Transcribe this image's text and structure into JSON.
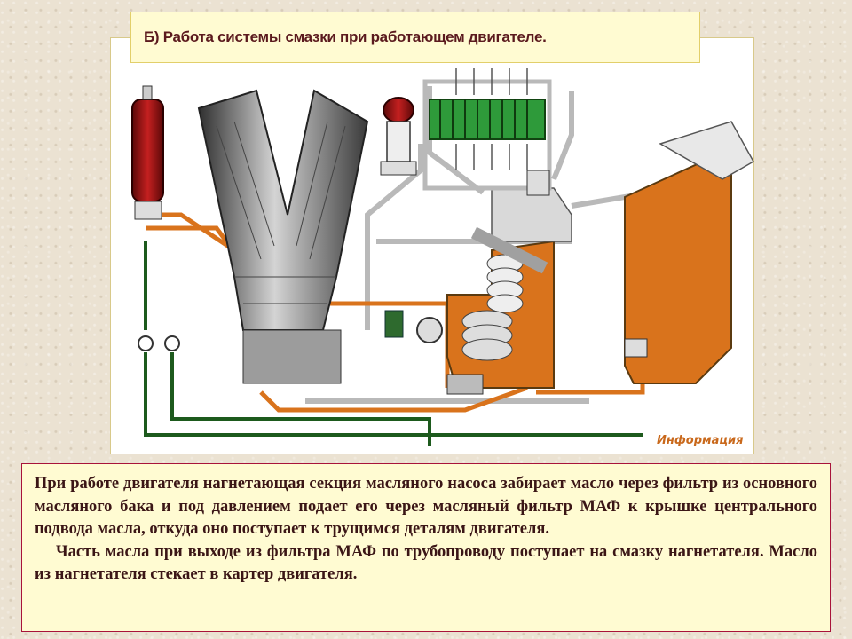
{
  "slide": {
    "title": "Б) Работа системы смазки при работающем двигателе.",
    "watermark": "Информация",
    "paragraphs": [
      "При работе двигателя нагнетающая секция масляного насоса забирает масло через фильтр из основного масляного бака и под давлением подает его через масляный фильтр МАФ к крышке центрального подвода масла, откуда оно поступает к трущимся деталям двигателя.",
      "Часть масла при выходе из фильтра МАФ по трубопроводу поступает на смазку нагнетателя. Масло из нагнетателя стекает в картер двигателя."
    ]
  },
  "colors": {
    "oil": "#d9731c",
    "pipe_gray": "#b9b9b9",
    "pipe_green": "#1d5a1d",
    "radiator": "#2e9a3a",
    "filter_red": "#a01818",
    "engine_dark": "#3c3c3c",
    "engine_light": "#c8c8c8",
    "frame_border": "#a8133a"
  }
}
